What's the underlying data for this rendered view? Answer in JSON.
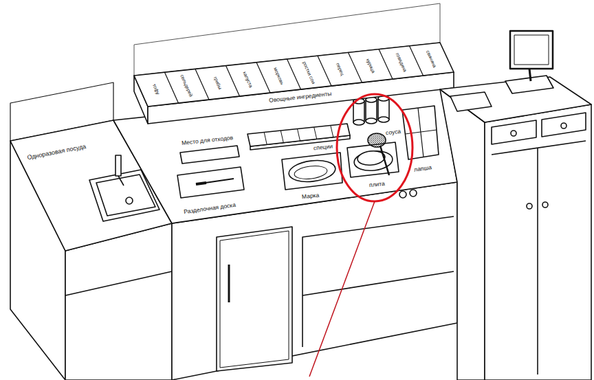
{
  "diagram": {
    "labels": [
      "тофу",
      "сельдерей",
      "грибы",
      "капуста",
      "морковь",
      "ростки сои",
      "перец",
      "курица",
      "говядина",
      "свинина",
      "Овощные ингредиенты",
      "Одноразовая посуда",
      "специи",
      "соуса",
      "Место для отходов",
      "лапша",
      "Разделочная доска",
      "Марка",
      "плита"
    ]
  }
}
